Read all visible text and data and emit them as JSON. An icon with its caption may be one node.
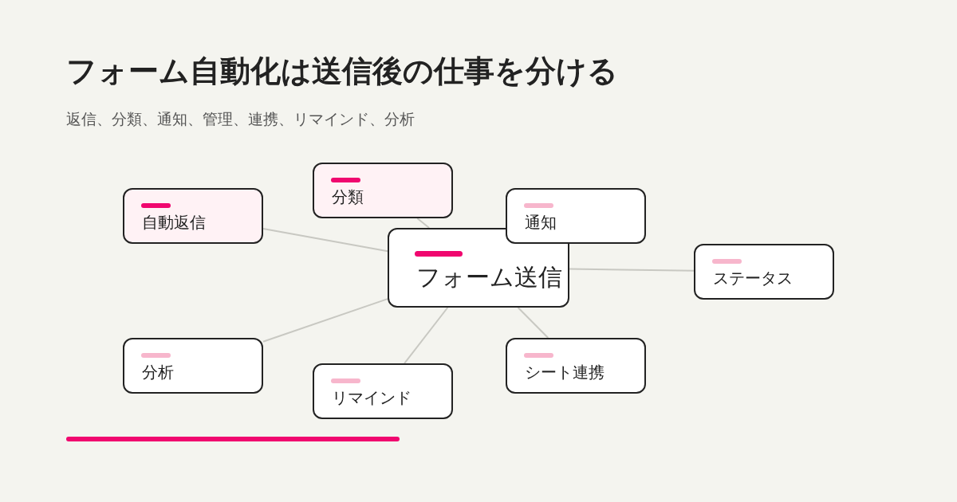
{
  "diagram": {
    "title": "フォーム自動化は送信後の仕事を分ける",
    "caption": "返信、分類、通知、管理、連携、リマインド、分析",
    "nodes": [
      {
        "text": [
          "フォーム送信"
        ]
      },
      {
        "text": [
          "自動返信"
        ]
      },
      {
        "text": [
          "分類"
        ]
      },
      {
        "text": [
          "通知"
        ]
      },
      {
        "text": [
          "ステータス"
        ]
      },
      {
        "text": [
          "分析"
        ]
      },
      {
        "text": [
          "リマインド"
        ]
      },
      {
        "text": [
          "シート連携"
        ]
      }
    ],
    "edges": [
      {
        "from": 0,
        "to": 1,
        "arrow": "none"
      },
      {
        "from": 0,
        "to": 2,
        "arrow": "none"
      },
      {
        "from": 0,
        "to": 4,
        "arrow": "none"
      },
      {
        "from": 0,
        "to": 5,
        "arrow": "none"
      },
      {
        "from": 0,
        "to": 6,
        "arrow": "none"
      },
      {
        "from": 0,
        "to": 7,
        "arrow": "none"
      }
    ]
  }
}
